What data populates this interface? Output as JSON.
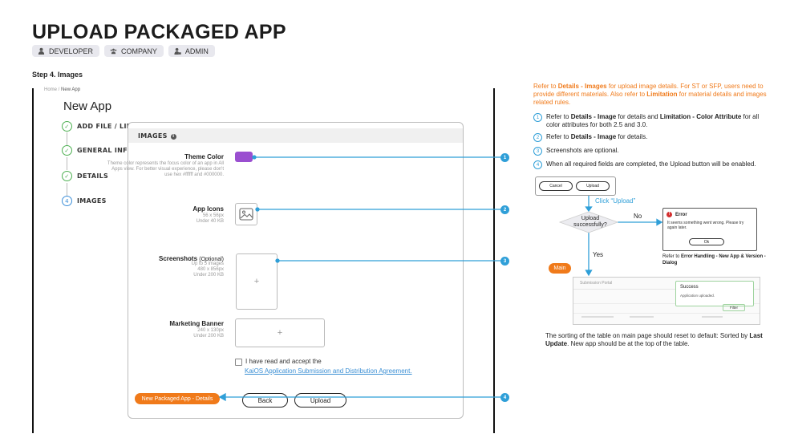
{
  "header": {
    "title": "UPLOAD PACKAGED APP",
    "roles": [
      "DEVELOPER",
      "COMPANY",
      "ADMIN"
    ],
    "step": "Step 4. Images"
  },
  "mock": {
    "breadcrumb_home": "Home",
    "breadcrumb_sep": " / ",
    "breadcrumb_current": "New App",
    "page_title": "New App",
    "wizard_steps": [
      {
        "label": "ADD FILE / LINK",
        "state": "done"
      },
      {
        "label": "GENERAL INFO",
        "state": "done"
      },
      {
        "label": "DETAILS",
        "state": "done"
      },
      {
        "label": "IMAGES",
        "state": "current",
        "number": "4"
      }
    ],
    "check_glyph": "✓",
    "section_title": "IMAGES",
    "info_glyph": "i",
    "theme_color": {
      "label": "Theme Color",
      "hint": "Theme color represents the focus color of an app in All Apps view. For better visual experience, please don't use hex #ffffff and #000000.",
      "value_color": "#9a4fd0"
    },
    "app_icons": {
      "label": "App Icons",
      "hint1": "56 x 56px",
      "hint2": "Under 40 KB"
    },
    "screenshots": {
      "label": "Screenshots",
      "optional": "(Optional)",
      "hint1": "Up to 5 images",
      "hint2": "480 x 856px",
      "hint3": "Under 200 KB",
      "plus": "+"
    },
    "marketing_banner": {
      "label": "Marketing Banner",
      "hint1": "240 x 130px",
      "hint2": "Under 200 KB",
      "plus": "+"
    },
    "agreement_text": "I have read and accept the",
    "agreement_link": "KaiOS Application Submission and Distribution Agreement.",
    "back_label": "Back",
    "upload_label": "Upload",
    "link_pill": "New Packaged App - Details"
  },
  "callouts": [
    "1",
    "2",
    "3",
    "4"
  ],
  "notes": {
    "intro_a": "Refer to ",
    "intro_b": "Details - Images",
    "intro_c": " for upload image details. For ST or SFP, users need to provide different materials. Also refer to ",
    "intro_d": "Limitation",
    "intro_e": " for material details and images related rules.",
    "n1_a": "Refer to ",
    "n1_b": "Details - Image",
    "n1_c": " for details and ",
    "n1_d": "Limitation - Color Attribute",
    "n1_e": " for all color attributes for both 2.5 and 3.0.",
    "n2_a": "Refer to ",
    "n2_b": "Details - Image",
    "n2_c": " for details.",
    "n3": "Screenshots are optional.",
    "n4": "When all required fields are completed, the Upload button will be enabled."
  },
  "flow": {
    "cancel": "Cancel",
    "upload": "Upload",
    "click_label": "Click “Upload”",
    "decision": "Upload successfully?",
    "no": "No",
    "yes": "Yes",
    "error_title": "Error",
    "error_icon": "!",
    "error_msg": "It seems something went wrong. Please try again later.",
    "ok": "Ok",
    "ref_a": "Refer to ",
    "ref_b": "Error Handling - New App & Version - Dialog",
    "main_pill": "Main",
    "portal_title": "Submission Portal",
    "success_title": "Success",
    "success_msg": "Application uploaded.",
    "filter": "Filter",
    "bottom_a": "The sorting of the table on main page should reset to default: Sorted by ",
    "bottom_b": "Last Update",
    "bottom_c": ". New app should be at the top of the table."
  },
  "colors": {
    "accent_blue": "#2f9fd8",
    "orange": "#f07a1a",
    "success_green": "#4caf50"
  }
}
